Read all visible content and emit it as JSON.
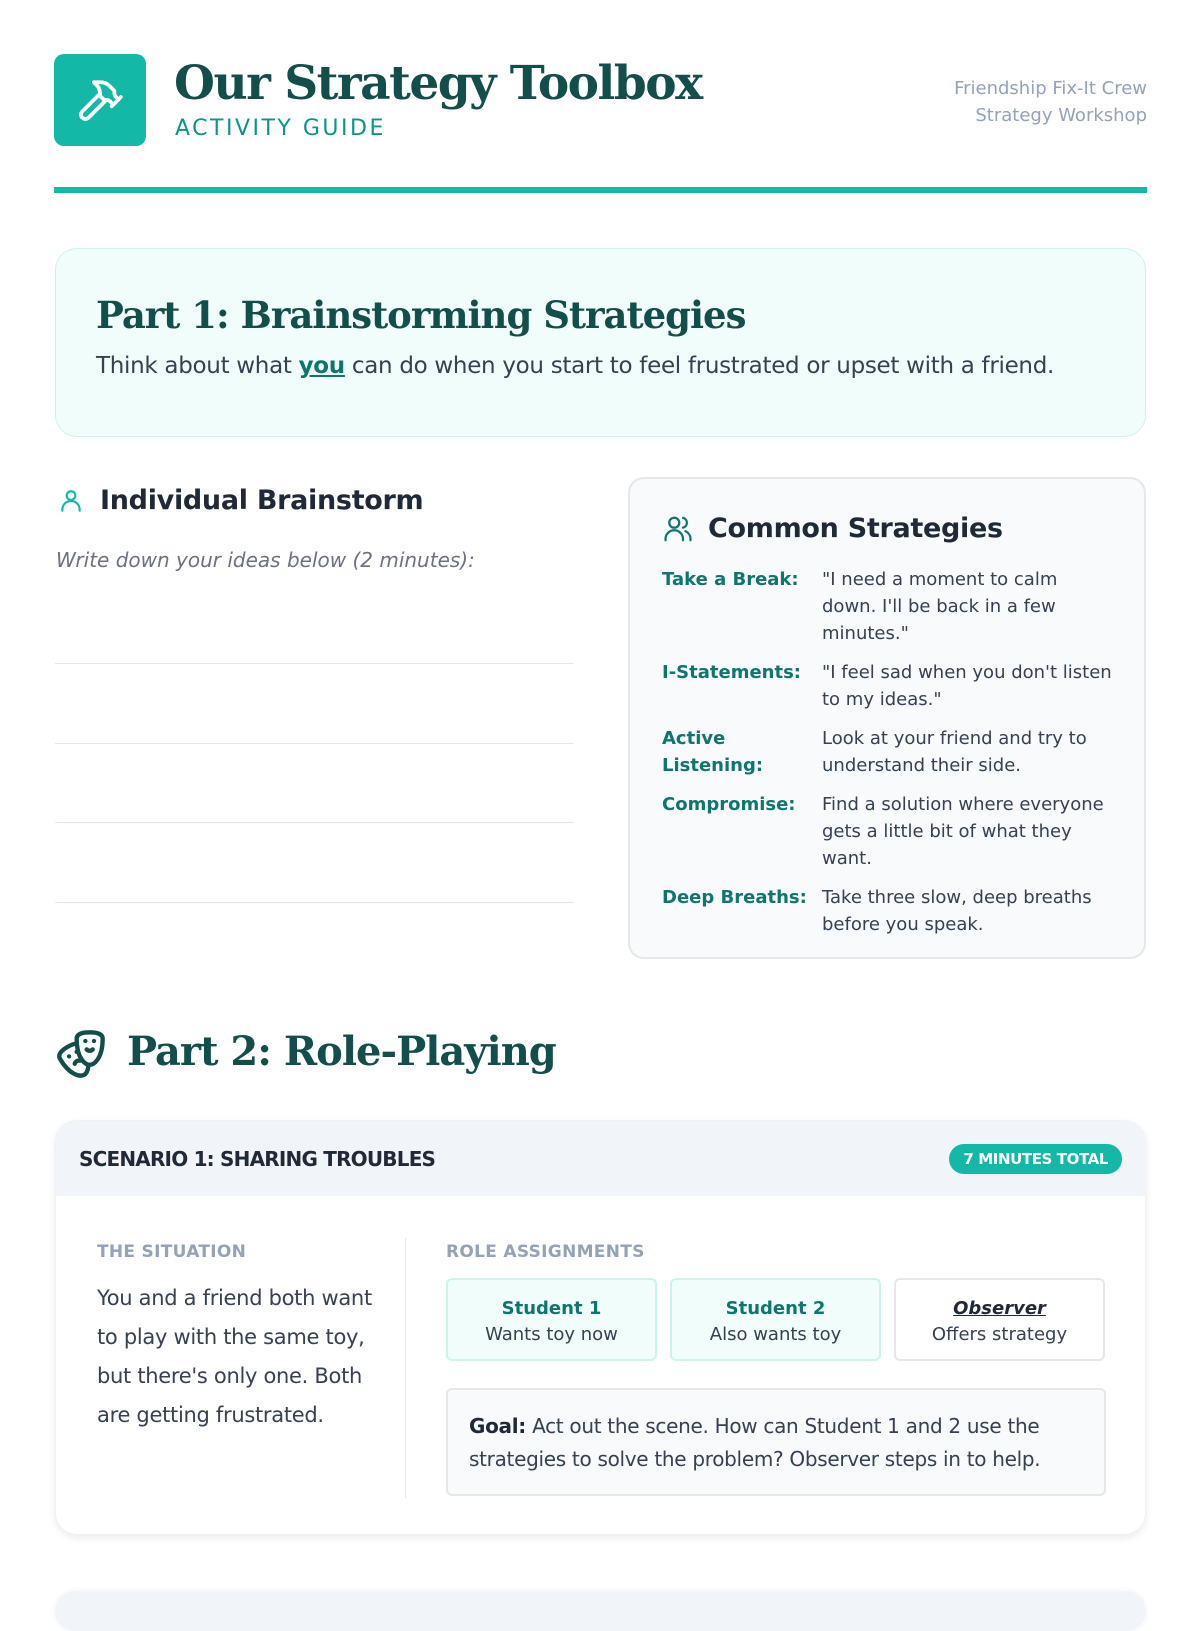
{
  "header": {
    "title": "Our Strategy Toolbox",
    "subtitle": "ACTIVITY GUIDE",
    "meta_line1": "Friendship Fix-It Crew",
    "meta_line2": "Strategy Workshop",
    "logo_icon": "hammer-icon"
  },
  "part1": {
    "title": "Part 1: Brainstorming Strategies",
    "intro_before": "Think about what ",
    "intro_emphasis": "you",
    "intro_after": " can do when you start to feel frustrated or upset with a friend."
  },
  "brainstorm": {
    "title": "Individual Brainstorm",
    "instruction": "Write down your ideas below (2 minutes):"
  },
  "strategies": {
    "title": "Common Strategies",
    "items": [
      {
        "name": "Take a Break:",
        "desc": "\"I need a moment to calm down. I'll be back in a few minutes.\""
      },
      {
        "name": "I-Statements:",
        "desc": "\"I feel sad when you don't listen to my ideas.\""
      },
      {
        "name": "Active Listening:",
        "desc": "Look at your friend and try to understand their side."
      },
      {
        "name": "Compromise:",
        "desc": "Find a solution where everyone gets a little bit of what they want."
      },
      {
        "name": "Deep Breaths:",
        "desc": "Take three slow, deep breaths before you speak."
      }
    ]
  },
  "part2": {
    "title": "Part 2: Role-Playing"
  },
  "scenario1": {
    "title": "SCENARIO 1: SHARING TROUBLES",
    "badge": "7 MINUTES TOTAL",
    "situation_label": "THE SITUATION",
    "situation": "You and a friend both want to play with the same toy, but there's only one. Both are getting frustrated.",
    "roles_label": "ROLE ASSIGNMENTS",
    "roles": [
      {
        "name": "Student 1",
        "desc": "Wants toy now"
      },
      {
        "name": "Student 2",
        "desc": "Also wants toy"
      },
      {
        "name": "Observer",
        "desc": "Offers strategy"
      }
    ],
    "goal_label": "Goal:",
    "goal": " Act out the scene. How can Student 1 and 2 use the strategies to solve the problem? Observer steps in to help."
  },
  "colors": {
    "accent": "#14b8a6",
    "dark": "#134e4a"
  }
}
